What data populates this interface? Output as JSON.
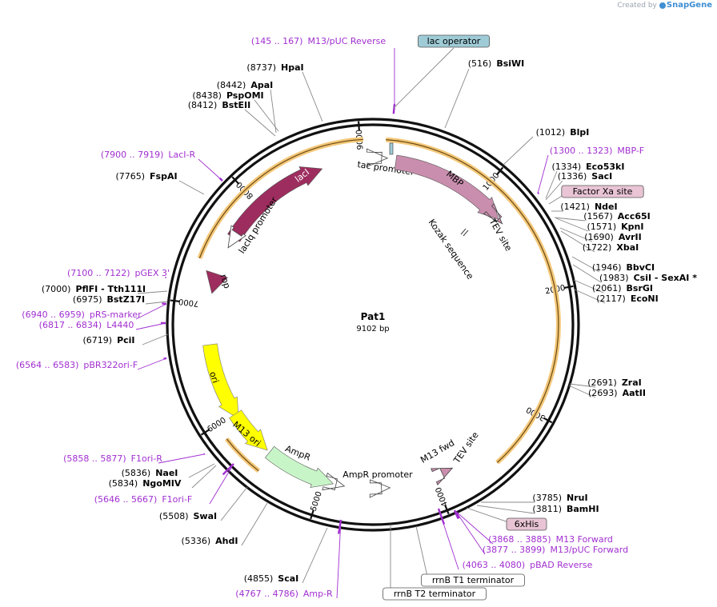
{
  "app": {
    "credit": "Created by",
    "brand": "SnapGene"
  },
  "plasmid": {
    "name": "Pat1",
    "size_label": "9102 bp",
    "length_bp": 9102
  },
  "ticks": [
    "1000",
    "2000",
    "3000",
    "4000",
    "5000",
    "6000",
    "7000",
    "8000",
    "9000"
  ],
  "features": [
    {
      "label": "lacI",
      "color": "#9e2d5f"
    },
    {
      "label": "lacIq promoter",
      "color": "#ffffff"
    },
    {
      "label": "tac promoter",
      "color": "#ffffff"
    },
    {
      "label": "MBP",
      "color": "#c98ead"
    },
    {
      "label": "TEV site",
      "color": "#c98ead"
    },
    {
      "label": "Kozak sequence",
      "color": "#ffffff"
    },
    {
      "label": "rop",
      "color": "#9e2d5f"
    },
    {
      "label": "ori",
      "color": "#ffff00"
    },
    {
      "label": "M13 ori",
      "color": "#ffff00"
    },
    {
      "label": "AmpR",
      "color": "#c8f5c8"
    },
    {
      "label": "AmpR promoter",
      "color": "#ffffff"
    },
    {
      "label": "M13 fwd",
      "color": "#ffffff"
    },
    {
      "label": "TEV site",
      "color": "#c98ead"
    }
  ],
  "site_labels": [
    {
      "pos": "(145 .. 167)",
      "name": "M13/pUC Reverse",
      "color": "#a12fd0"
    },
    {
      "pos": "",
      "name": "lac operator",
      "color": "#000000",
      "box": "#9ecbd6"
    },
    {
      "pos": "(516)",
      "name": "BsiWI",
      "color": "#000000"
    },
    {
      "pos": "(8737)",
      "name": "HpaI",
      "color": "#000000"
    },
    {
      "pos": "(8442)",
      "name": "ApaI",
      "color": "#000000"
    },
    {
      "pos": "(8438)",
      "name": "PspOMI",
      "color": "#000000"
    },
    {
      "pos": "(8412)",
      "name": "BstEII",
      "color": "#000000"
    },
    {
      "pos": "(1012)",
      "name": "BlpI",
      "color": "#000000"
    },
    {
      "pos": "(1300 .. 1323)",
      "name": "MBP-F",
      "color": "#a12fd0"
    },
    {
      "pos": "(1334)",
      "name": "Eco53kI",
      "color": "#000000"
    },
    {
      "pos": "(1336)",
      "name": "SacI",
      "color": "#000000"
    },
    {
      "pos": "",
      "name": "Factor Xa site",
      "color": "#000000",
      "box": "#e8c4d4"
    },
    {
      "pos": "(1421)",
      "name": "NdeI",
      "color": "#000000"
    },
    {
      "pos": "(1567)",
      "name": "Acc65I",
      "color": "#000000"
    },
    {
      "pos": "(1571)",
      "name": "KpnI",
      "color": "#000000"
    },
    {
      "pos": "(1690)",
      "name": "AvrII",
      "color": "#000000"
    },
    {
      "pos": "(1722)",
      "name": "XbaI",
      "color": "#000000"
    },
    {
      "pos": "(1946)",
      "name": "BbvCI",
      "color": "#000000"
    },
    {
      "pos": "(1983)",
      "name": "CsiI - SexAI *",
      "color": "#000000"
    },
    {
      "pos": "(2061)",
      "name": "BsrGI",
      "color": "#000000"
    },
    {
      "pos": "(2117)",
      "name": "EcoNI",
      "color": "#000000"
    },
    {
      "pos": "(7900 .. 7919)",
      "name": "LacI-R",
      "color": "#a12fd0"
    },
    {
      "pos": "(7765)",
      "name": "FspAI",
      "color": "#000000"
    },
    {
      "pos": "(7100 .. 7122)",
      "name": "pGEX 3'",
      "color": "#a12fd0"
    },
    {
      "pos": "(7000)",
      "name": "PflFI - Tth111I",
      "color": "#000000"
    },
    {
      "pos": "(6975)",
      "name": "BstZ17I",
      "color": "#000000"
    },
    {
      "pos": "(6940 .. 6959)",
      "name": "pRS-marker",
      "color": "#a12fd0"
    },
    {
      "pos": "(6817 .. 6834)",
      "name": "L4440",
      "color": "#a12fd0"
    },
    {
      "pos": "(6719)",
      "name": "PciI",
      "color": "#000000"
    },
    {
      "pos": "(6564 .. 6583)",
      "name": "pBR322ori-F",
      "color": "#a12fd0"
    },
    {
      "pos": "(2691)",
      "name": "ZraI",
      "color": "#000000"
    },
    {
      "pos": "(2693)",
      "name": "AatII",
      "color": "#000000"
    },
    {
      "pos": "(5858 .. 5877)",
      "name": "F1ori-R",
      "color": "#a12fd0"
    },
    {
      "pos": "(5836)",
      "name": "NaeI",
      "color": "#000000"
    },
    {
      "pos": "(5834)",
      "name": "NgoMIV",
      "color": "#000000"
    },
    {
      "pos": "(5646 .. 5667)",
      "name": "F1ori-F",
      "color": "#a12fd0"
    },
    {
      "pos": "(5508)",
      "name": "SwaI",
      "color": "#000000"
    },
    {
      "pos": "(5336)",
      "name": "AhdI",
      "color": "#000000"
    },
    {
      "pos": "(3785)",
      "name": "NruI",
      "color": "#000000"
    },
    {
      "pos": "(3811)",
      "name": "BamHI",
      "color": "#000000"
    },
    {
      "pos": "",
      "name": "6xHis",
      "color": "#000000",
      "box": "#e8c4d4"
    },
    {
      "pos": "(3868 .. 3885)",
      "name": "M13 Forward",
      "color": "#a12fd0"
    },
    {
      "pos": "(3877 .. 3899)",
      "name": "M13/pUC Forward",
      "color": "#a12fd0"
    },
    {
      "pos": "(4063 .. 4080)",
      "name": "pBAD Reverse",
      "color": "#a12fd0"
    },
    {
      "pos": "",
      "name": "rrnB T1 terminator",
      "color": "#000000",
      "box": "#ffffff"
    },
    {
      "pos": "(4855)",
      "name": "ScaI",
      "color": "#000000"
    },
    {
      "pos": "",
      "name": "rrnB T2 terminator",
      "color": "#000000",
      "box": "#ffffff"
    },
    {
      "pos": "(4767 .. 4786)",
      "name": "Amp-R",
      "color": "#a12fd0"
    }
  ]
}
